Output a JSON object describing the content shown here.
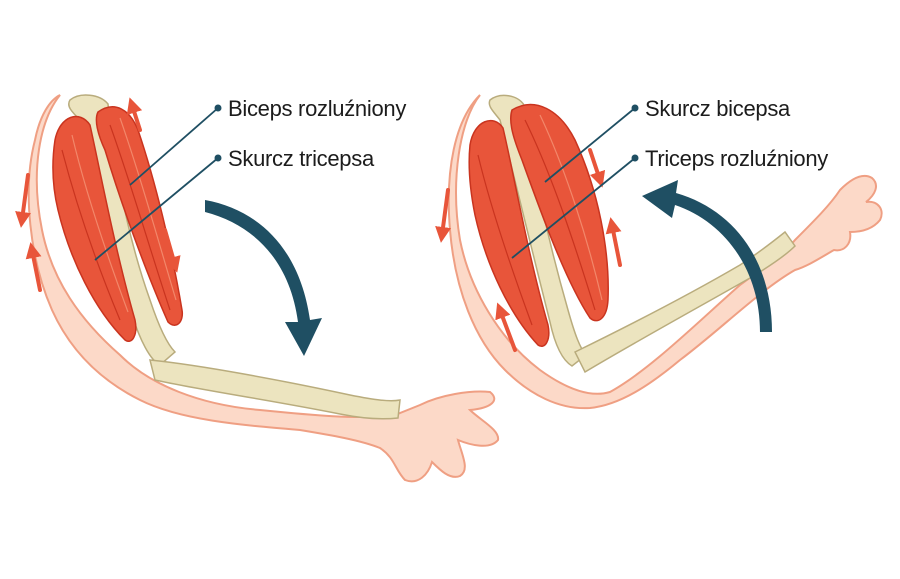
{
  "labels": {
    "biceps_relaxed": "Biceps rozluźniony",
    "triceps_contraction": "Skurcz tricepsa",
    "biceps_contraction": "Skurcz bicepsa",
    "triceps_relaxed": "Triceps rozluźniony"
  },
  "colors": {
    "skin": "#fcd9c8",
    "skin_outline": "#ef9f83",
    "muscle": "#e8553a",
    "muscle_dark": "#c9341f",
    "muscle_light": "#f2876a",
    "bone": "#ece4bf",
    "bone_outline": "#b9ac7d",
    "movement_arrow": "#e8553a",
    "direction_arrow": "#1f4f63",
    "leader_line": "#1f4f63"
  },
  "icons": {
    "left_direction": "curved-arrow-down-icon",
    "right_direction": "curved-arrow-up-icon",
    "muscle_motion": "small-arrow-icon"
  }
}
